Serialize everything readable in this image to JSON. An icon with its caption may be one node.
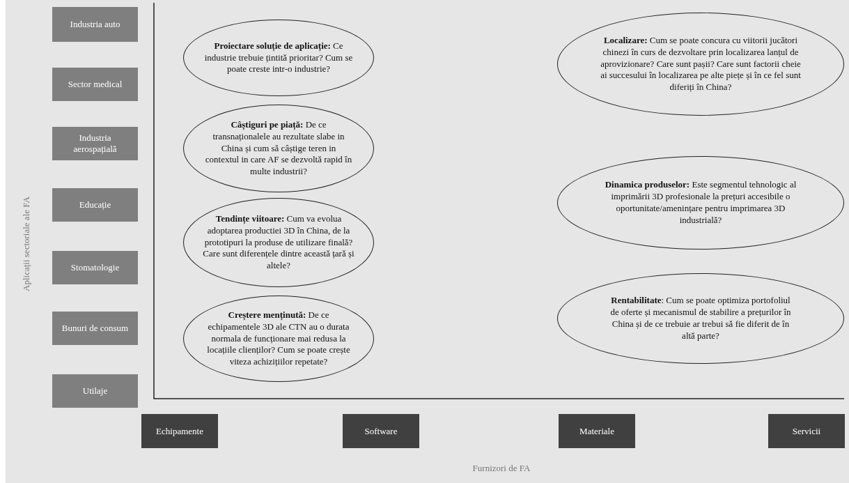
{
  "diagram": {
    "nodes": [
      {
        "text": [
          "Industria auto"
        ]
      },
      {
        "text": [
          "Sector medical"
        ]
      },
      {
        "text": [
          "Industria aerospațială"
        ]
      },
      {
        "text": [
          "Educație"
        ]
      },
      {
        "text": [
          "Stomatologie"
        ]
      },
      {
        "text": [
          "Bunuri de consum"
        ]
      },
      {
        "text": [
          "Utilaje"
        ]
      },
      {
        "text": [
          "**Proiectare soluție de aplicație:** Ce industrie trebuie țintită prioritar? Cum se poate creste intr-o industrie?"
        ]
      },
      {
        "text": [
          "**Localizare:** Cum se poate concura cu viitorii jucători chinezi în curs de dezvoltare prin localizarea lanțul de aprovizionare? Care sunt pașii? Care sunt factorii cheie ai succesului în localizarea pe alte piețe și în ce fel sunt diferiți în China?"
        ]
      },
      {
        "text": [
          "**Câștiguri pe piață:** De ce transnaționalele au rezultate slabe in China și cum să câștige teren in contextul in care AF se dezvoltă rapid în multe industrii?"
        ]
      },
      {
        "text": [
          "**Dinamica produselor:** Este segmentul tehnologic al imprimării 3D profesionale la prețuri accesibile o oportunitate/amenințare pentru imprimarea 3D industrială?"
        ]
      },
      {
        "text": [
          "**Tendințe viitoare:** Cum va evolua adoptarea productiei 3D în China, de la prototipuri la produse de utilizare finală? Care sunt diferențele dintre această țară și altele?"
        ]
      },
      {
        "text": [
          "**Rentabilitate**: Cum se poate optimiza portofoliul de oferte și mecanismul de stabilire a prețurilor în China și de ce trebuie ar trebui să fie diferit de în altă parte?"
        ]
      },
      {
        "text": [
          "**Creștere menținută:** De ce echipamentele 3D ale CTN au o durata normala de funcționare mai redusa la locațiile clienților? Cum se poate crește viteza achizițiilor repetate?"
        ]
      },
      {
        "text": [
          "Echipamente"
        ]
      },
      {
        "text": [
          "Software"
        ]
      },
      {
        "text": [
          "Materiale"
        ]
      },
      {
        "text": [
          "Servicii"
        ]
      }
    ],
    "labels": [
      "Aplicații sectoriale ale FA",
      "Furnizori de FA"
    ]
  }
}
